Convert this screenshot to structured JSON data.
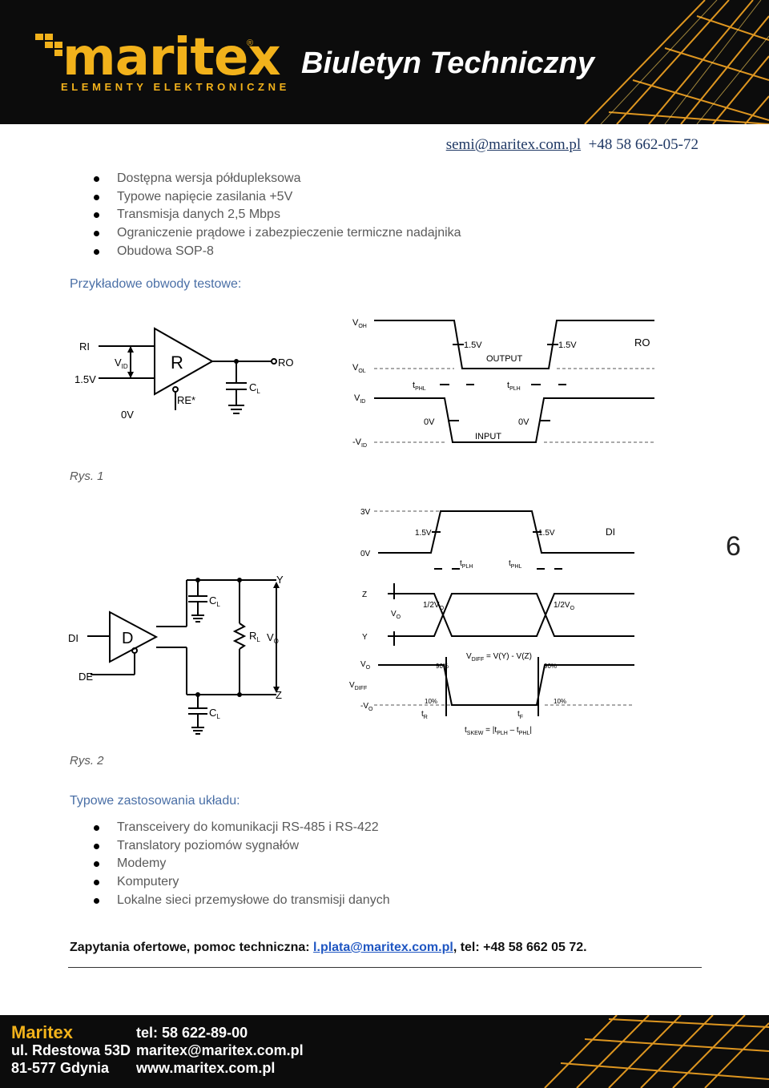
{
  "header": {
    "logo_word": "maritex",
    "logo_reg": "®",
    "logo_sub": "ELEMENTY ELEKTRONICZNE",
    "bulletin_title": "Biuletyn Techniczny",
    "email": "semi@maritex.com.pl",
    "phone": "+48 58 662-05-72"
  },
  "features": [
    "Dostępna wersja półdupleksowa",
    "Typowe napięcie zasilania +5V",
    "Transmisja danych 2,5 Mbps",
    "Ograniczenie prądowe i zabezpieczenie termiczne nadajnika",
    "Obudowa SOP-8"
  ],
  "section_test_circuits": "Przykładowe obwody testowe:",
  "fig1": {
    "caption": "Rys. 1",
    "receiver": {
      "ri": "RI",
      "v15": "1.5V",
      "vid": "V",
      "vid_sub": "ID",
      "r": "R",
      "ro": "RO",
      "cl": "C",
      "cl_sub": "L",
      "re": "RE*",
      "zero": "0V"
    },
    "timing": {
      "voh": "V",
      "voh_sub": "OH",
      "vol": "V",
      "vol_sub": "OL",
      "vidp": "V",
      "vidp_sub": "ID",
      "vidn": "-V",
      "vidn_sub": "ID",
      "v15a": "1.5V",
      "v15b": "1.5V",
      "output": "OUTPUT",
      "input": "INPUT",
      "ro": "RO",
      "tphl": "t",
      "tphl_sub": "PHL",
      "tplh": "t",
      "tplh_sub": "PLH",
      "zero_a": "0V",
      "zero_b": "0V"
    }
  },
  "page_number": "6",
  "fig2": {
    "caption": "Rys. 2",
    "driver": {
      "y": "Y",
      "z": "Z",
      "cl1": "C",
      "cl1_sub": "L",
      "cl2": "C",
      "cl2_sub": "L",
      "rl": "R",
      "rl_sub": "L",
      "vo": "V",
      "vo_sub": "O",
      "di": "DI",
      "de": "DE",
      "d": "D"
    },
    "timing": {
      "v3": "3V",
      "v0": "0V",
      "v15a": "1.5V",
      "v15b": "1.5V",
      "di": "DI",
      "tplh": "t",
      "tplh_sub": "PLH",
      "tphl": "t",
      "tphl_sub": "PHL",
      "z": "Z",
      "y": "Y",
      "vo": "V",
      "vo_sub": "O",
      "half_a": "1/2V",
      "half_a_sub": "O",
      "half_b": "1/2V",
      "half_b_sub": "O",
      "vdiff_eq": "V",
      "vdiff_eq_sub": "DIFF",
      "vdiff_eq_rest": " = V(Y) - V(Z)",
      "vo_lvl": "V",
      "vo_lvl_sub": "O",
      "vdiff": "V",
      "vdiff_sub": "DIFF",
      "neg_vo": "-V",
      "neg_vo_sub": "O",
      "p90a": "90%",
      "p90b": "90%",
      "p10a": "10%",
      "p10b": "10%",
      "tr": "t",
      "tr_sub": "R",
      "tf": "t",
      "tf_sub": "F",
      "tskew": "t",
      "tskew_sub": "SKEW",
      "tskew_rest": " = |t",
      "tskew_plh": "PLH",
      "tskew_mid": " – t",
      "tskew_phl": "PHL",
      "tskew_end": "|"
    }
  },
  "section_applications": "Typowe zastosowania układu:",
  "applications": [
    "Transceivery do komunikacji RS-485 i RS-422",
    "Translatory poziomów sygnałów",
    "Modemy",
    "Komputery",
    "Lokalne sieci przemysłowe do transmisji danych"
  ],
  "inquiry": {
    "prefix": "Zapytania ofertowe, pomoc techniczna: ",
    "email": "l.plata@maritex.com.pl",
    "suffix": ", tel: +48 58 662 05 72."
  },
  "footer": {
    "company": "Maritex",
    "street": "ul. Rdestowa 53D",
    "city": "81-577 Gdynia",
    "tel": "tel: 58 622-89-00",
    "email": "maritex@maritex.com.pl",
    "www": "www.maritex.com.pl"
  },
  "colors": {
    "brand_orange": "#f2b21b",
    "link_blue": "#1f56c2",
    "heading_blue": "#4a6fa6",
    "header_bg": "#0c0c0c"
  }
}
